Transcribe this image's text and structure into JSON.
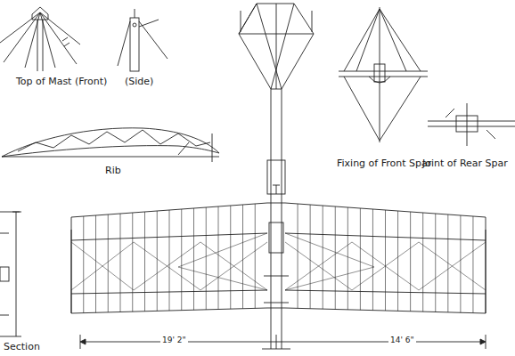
{
  "diagram": {
    "labels": [
      "Top of Mast (Front)",
      "(Side)",
      "Rib",
      "Fixing of Front Spar",
      "Joint of Rear Spar",
      "Section",
      "19' 2\"",
      "14' 6\""
    ]
  }
}
